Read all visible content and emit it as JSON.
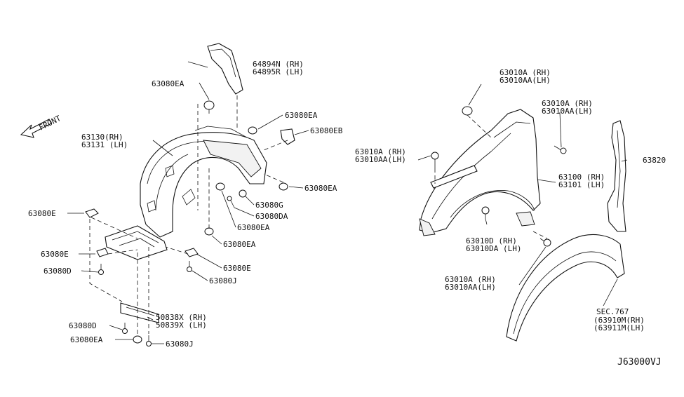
{
  "diagram": {
    "reference_code": "J63000VJ",
    "direction_label": "FRONT",
    "parts": {
      "p64894N": "64894N (RH)",
      "p64895R": "64895R (LH)",
      "p63080EA_a": "63080EA",
      "p63080EA_b": "63080EA",
      "p63080EB": "63080EB",
      "p63130": "63130(RH)",
      "p63131": "63131 (LH)",
      "p63080EA_c": "63080EA",
      "p63080G": "63080G",
      "p63080DA": "63080DA",
      "p63080EA_d": "63080EA",
      "p63080EA_e": "63080EA",
      "p63080E_a": "63080E",
      "p63080E_b": "63080E",
      "p63080D_a": "63080D",
      "p63080E_c": "63080E",
      "p63080J_a": "63080J",
      "p50838X": "50838X (RH)",
      "p50839X": "50839X (LH)",
      "p63080D_b": "63080D",
      "p63080EA_f": "63080EA",
      "p63080J_b": "63080J",
      "p63010A_a": "63010A  (RH)",
      "p63010AA_a": "63010AA(LH)",
      "p63010A_b": "63010A  (RH)",
      "p63010AA_b": "63010AA(LH)",
      "p63010A_c": "63010A  (RH)",
      "p63010AA_c": "63010AA(LH)",
      "p63100": "63100 (RH)",
      "p63101": "63101  (LH)",
      "p63820": "63820",
      "p63010D": "63010D  (RH)",
      "p63010DA": "63010DA (LH)",
      "p63010A_d": "63010A  (RH)",
      "p63010AA_d": "63010AA(LH)",
      "pSEC767": "SEC.767",
      "p63910M": "(63910M(RH)",
      "p63911M": "(63911M(LH)"
    }
  }
}
